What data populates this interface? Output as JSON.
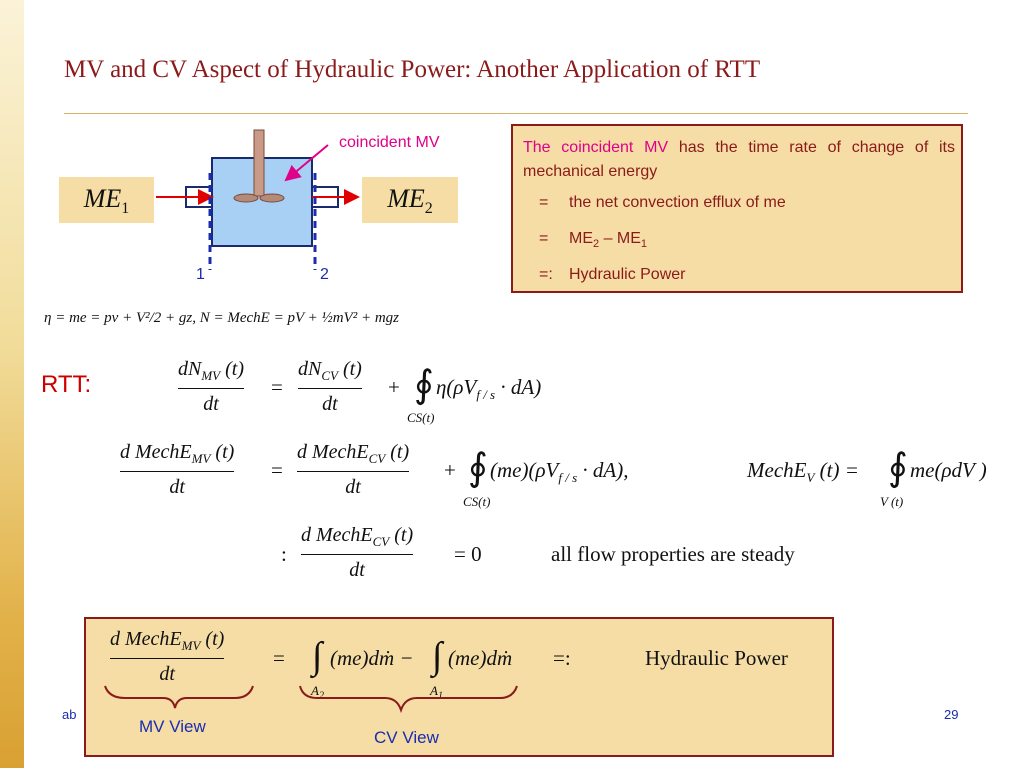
{
  "title": "MV and CV Aspect of Hydraulic Power:   Another Application of RTT",
  "diagram": {
    "me1": "ME",
    "me1_sub": "1",
    "me2": "ME",
    "me2_sub": "2",
    "callout": "coincident MV",
    "station1": "1",
    "station2": "2"
  },
  "info_box": {
    "highlight": "The coincident MV",
    "line1_rest": " has the time rate of change of its mechanical energy",
    "items": [
      {
        "sym": "=",
        "text": "the net convection efflux of me",
        "sub": ""
      },
      {
        "sym": "=",
        "text": "ME",
        "sub": "2",
        "tail": " – ME",
        "tail_sub": "1"
      },
      {
        "sym": "=:",
        "text": "Hydraulic Power",
        "sub": ""
      }
    ]
  },
  "equations": {
    "defs": "η = me = pv + V²/2 + gz,     N = MechE = pV + ½mV² + mgz",
    "rtt_label": "RTT:",
    "rtt_lhs_num": "dN",
    "rtt_lhs_sub": "MV",
    "rtt_lhs_arg": " (t)",
    "rtt_cv_num": "dN",
    "rtt_cv_sub": "CV",
    "rtt_cv_arg": " (t)",
    "dt": "dt",
    "rtt_integrand": "η(ρV",
    "rtt_integrand_sub": "f / s",
    "rtt_integrand_tail": " · dA)",
    "cs_t": "CS(t)",
    "mech_mv_num": "d MechE",
    "mech_mv_sub": "MV",
    "mech_arg": " (t)",
    "mech_cv_num": "d MechE",
    "mech_cv_sub": "CV",
    "mech_integrand": "(me)(ρV",
    "mech_integrand_sub": "f / s",
    "mech_integrand_tail": " · dA),",
    "mechev_lhs": "MechE",
    "mechev_sub": "V",
    "mechev_rhs": " (t) = ",
    "mechev_integrand": "me(ρdV )",
    "v_t": "V (t)",
    "colon": ":",
    "steady_eq": "= 0",
    "steady_text": "all  flow  properties  are  steady"
  },
  "hp_box": {
    "lhs_num": "d MechE",
    "lhs_sub": "MV",
    "lhs_arg": " (t)",
    "lhs_den": "dt",
    "eq": "=",
    "term1": "(me)dṁ −",
    "term2": "(me)dṁ",
    "a2": "A",
    "a2_sub": "2",
    "a1": "A",
    "a1_sub": "1",
    "defeq": "=:",
    "hp": "Hydraulic  Power"
  },
  "labels": {
    "mv_view": "MV View",
    "cv_view": "CV View"
  },
  "footer": {
    "left": "ab",
    "page": "29"
  },
  "colors": {
    "title": "#8b1a1a",
    "box_fill": "#f5dda5",
    "box_border": "#8b1a1a",
    "callout": "#e0008a",
    "brace": "#8b1a1a",
    "view_label": "#1a2db0",
    "water": "#a8d0f5",
    "flow_arrow": "#e00000"
  }
}
